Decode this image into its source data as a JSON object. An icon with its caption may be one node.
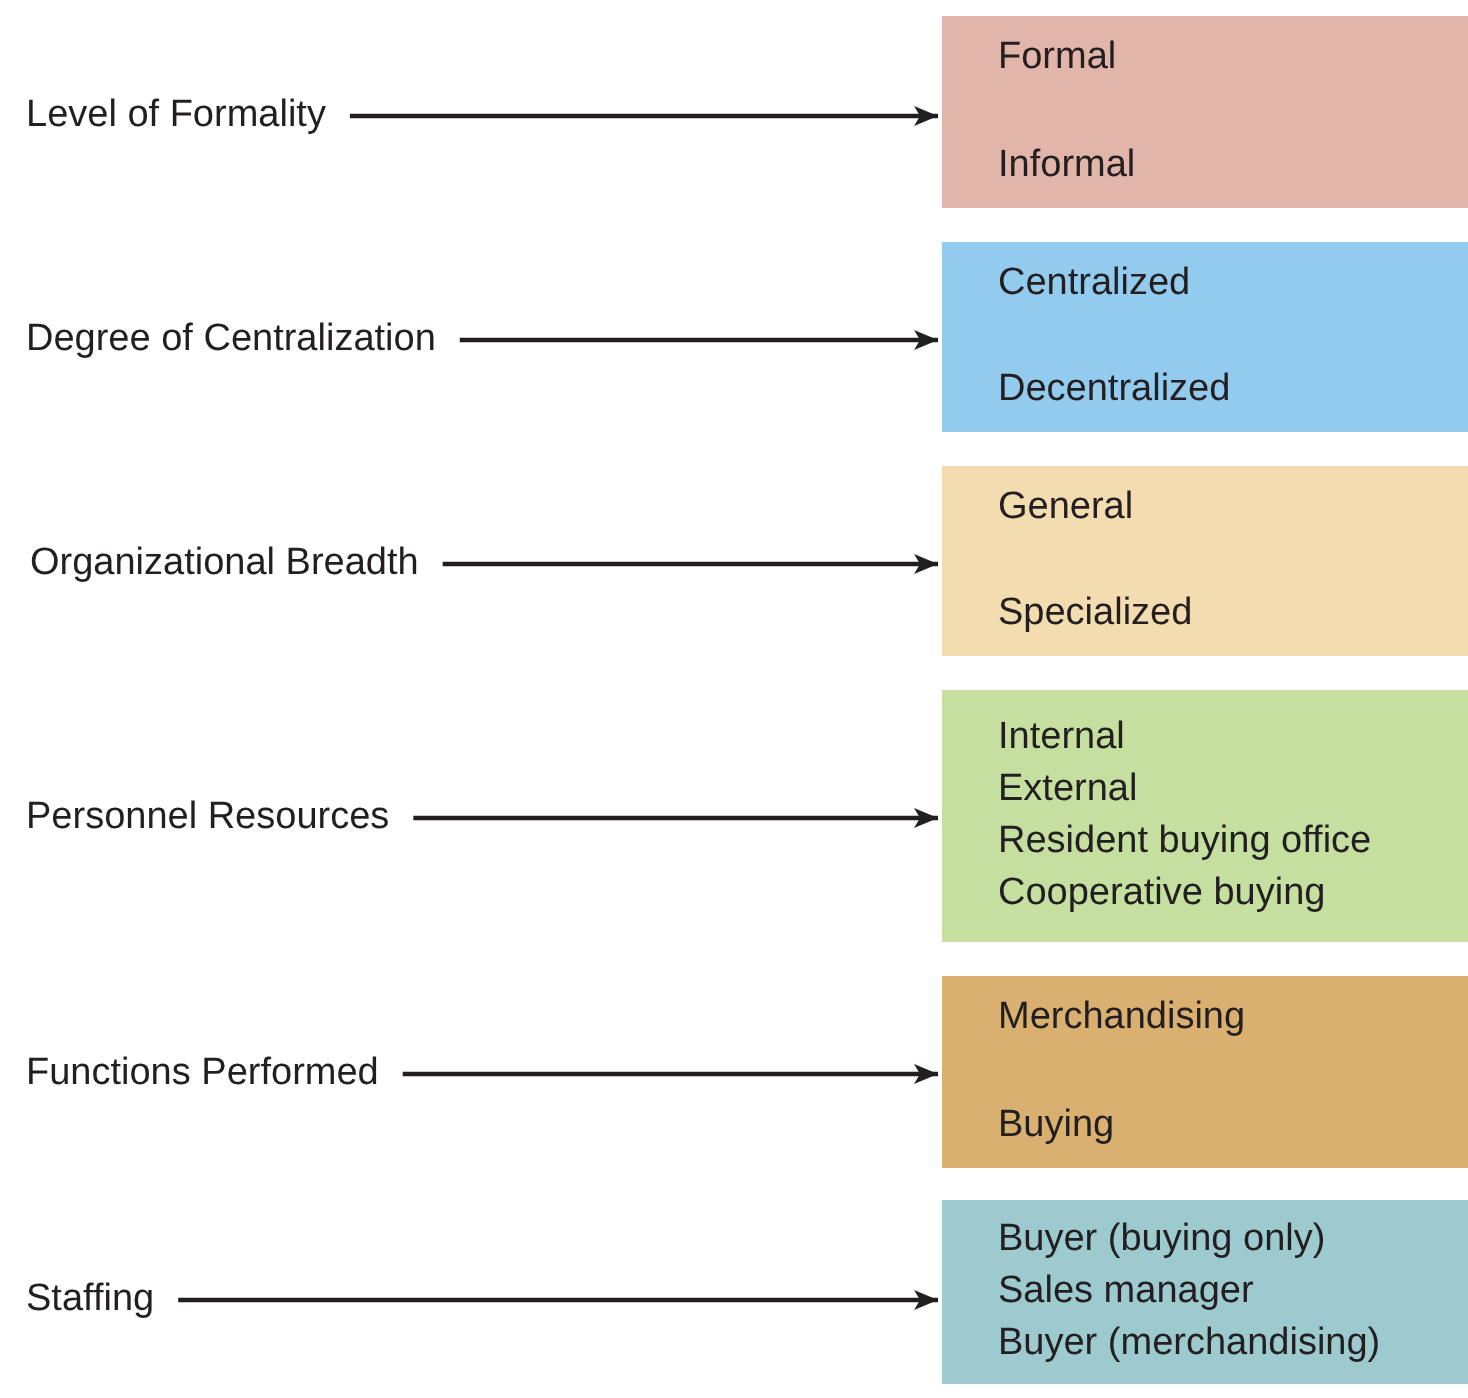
{
  "diagram": {
    "nodes": [
      {
        "text": [
          "Level of Formality"
        ]
      },
      {
        "text": [
          "Formal",
          "Informal"
        ]
      },
      {
        "text": [
          "Degree of Centralization"
        ]
      },
      {
        "text": [
          "Centralized",
          "Decentralized"
        ]
      },
      {
        "text": [
          "Organizational Breadth"
        ]
      },
      {
        "text": [
          "General",
          "Specialized"
        ]
      },
      {
        "text": [
          "Personnel Resources"
        ]
      },
      {
        "text": [
          "Internal",
          "External",
          "Resident buying office",
          "Cooperative buying"
        ]
      },
      {
        "text": [
          "Functions Performed"
        ]
      },
      {
        "text": [
          "Merchandising",
          "Buying"
        ]
      },
      {
        "text": [
          "Staffing"
        ]
      },
      {
        "text": [
          "Buyer (buying only)",
          "Sales manager",
          "Buyer (merchandising)"
        ]
      }
    ],
    "edges": [
      {
        "from": 0,
        "to": 1,
        "arrow": "to"
      },
      {
        "from": 2,
        "to": 3,
        "arrow": "to"
      },
      {
        "from": 4,
        "to": 5,
        "arrow": "to"
      },
      {
        "from": 6,
        "to": 7,
        "arrow": "to"
      },
      {
        "from": 8,
        "to": 9,
        "arrow": "to"
      },
      {
        "from": 10,
        "to": 11,
        "arrow": "to"
      }
    ]
  }
}
